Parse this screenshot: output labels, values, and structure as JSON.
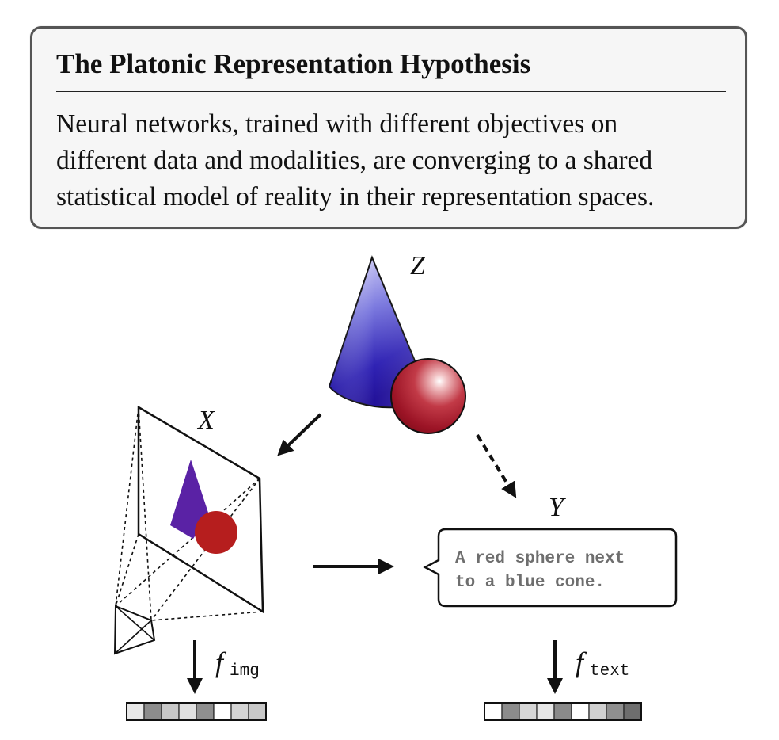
{
  "hypothesis": {
    "title": "The Platonic Representation Hypothesis",
    "body_lines": [
      "Neural networks, trained with different objectives on",
      "different data and modalities, are converging to a shared",
      "statistical model of reality in their representation spaces."
    ]
  },
  "diagram": {
    "labels": {
      "z": "Z",
      "x": "X",
      "y": "Y"
    },
    "caption_lines": [
      "A red sphere next",
      "to a blue cone."
    ],
    "functions": {
      "image": {
        "symbol": "f",
        "subscript": "img"
      },
      "text": {
        "symbol": "f",
        "subscript": "text"
      }
    },
    "embeddings": {
      "image": [
        "#e8e8e8",
        "#8c8c8c",
        "#c8c8c8",
        "#e0e0e0",
        "#8f8f8f",
        "#ffffff",
        "#d4d4d4",
        "#c8c8c8"
      ],
      "text": [
        "#ffffff",
        "#8c8c8c",
        "#d6d6d6",
        "#e6e6e6",
        "#8a8a8a",
        "#ffffff",
        "#d0d0d0",
        "#8f8f8f",
        "#6e6e6e"
      ]
    }
  }
}
